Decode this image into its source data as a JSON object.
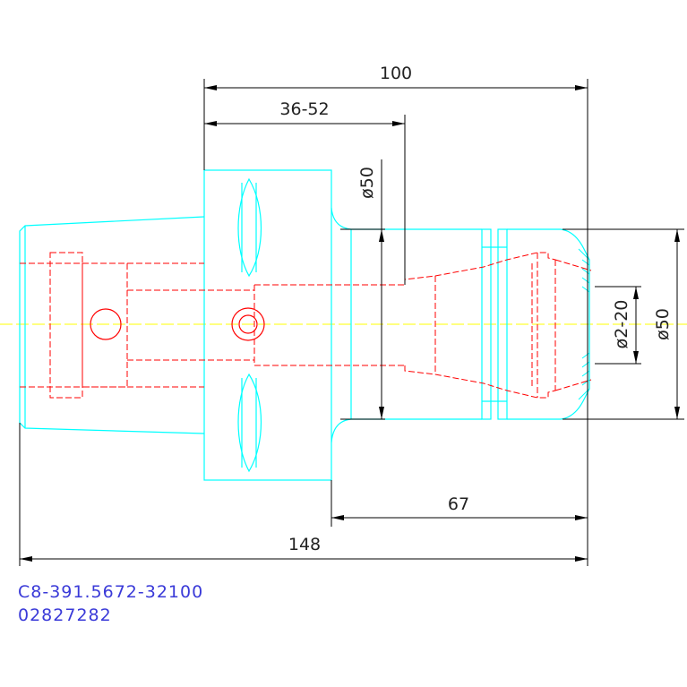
{
  "dimensions": {
    "top_overall": "100",
    "top_range": "36-52",
    "diameter_left": "ø50",
    "collet_range": "ø2-20",
    "diameter_right": "ø50",
    "nose_length": "67",
    "total_length": "148"
  },
  "caption": {
    "part_number": "C8-391.5672-32100",
    "order_number": "02827282"
  },
  "colors": {
    "outline": "#00ffff",
    "hidden": "#ff0000",
    "centerline": "#ffff00",
    "dimension": "#000000",
    "caption": "#3a3ad8"
  }
}
